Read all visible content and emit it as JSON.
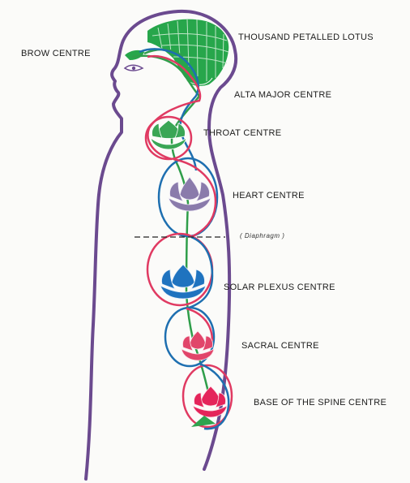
{
  "labels": {
    "brow": "BROW CENTRE",
    "lotus": "THOUSAND PETALLED LOTUS",
    "alta_major": "ALTA MAJOR CENTRE",
    "throat": "THROAT CENTRE",
    "heart": "HEART CENTRE",
    "diaphragm": "( Diaphragm )",
    "solar_plexus": "SOLAR PLEXUS CENTRE",
    "sacral": "SACRAL CENTRE",
    "base": "BASE OF THE SPINE CENTRE"
  },
  "colors": {
    "body_outline": "#6b4a8f",
    "ida_channel": "#e03a62",
    "pingala_channel": "#1e6fb0",
    "sushumna": "#2f9e4a",
    "crown_lotus": "#27a64b",
    "throat_lotus": "#3aa655",
    "heart_lotus": "#8a7bab",
    "solar_lotus": "#1f73bf",
    "sacral_lotus": "#e1456a",
    "base_lotus": "#e4245a",
    "base_leaf": "#2fa34f"
  }
}
